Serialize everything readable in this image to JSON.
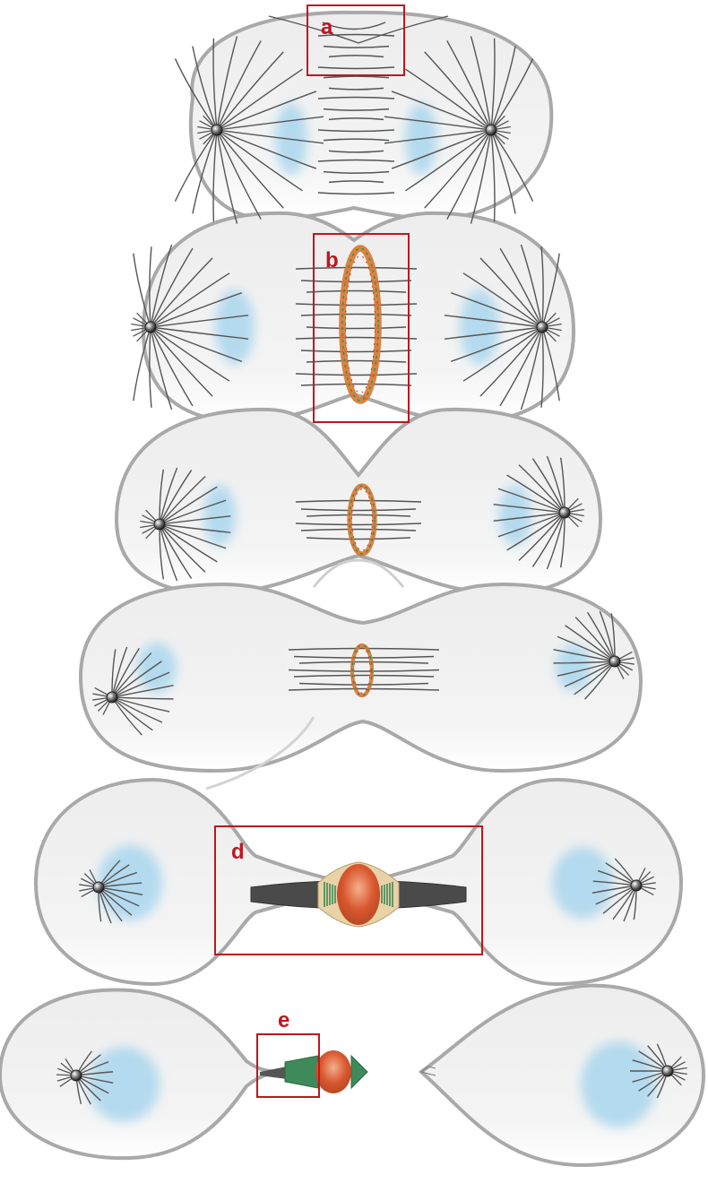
{
  "figure": {
    "stages": [
      {
        "stage": 1,
        "label": "a"
      },
      {
        "stage": 2,
        "label": "b"
      },
      {
        "stage": 3,
        "label": ""
      },
      {
        "stage": 4,
        "label": ""
      },
      {
        "stage": 5,
        "label": "d"
      },
      {
        "stage": 6,
        "label": "e"
      }
    ]
  },
  "colors": {
    "cell_fill": "#efefef",
    "cell_outline": "#a9a9a9",
    "chromatin": "#a9d6ee",
    "microtubule": "#555555",
    "centrosome": "#222222",
    "ring_orange": "#d8772e",
    "ring_green": "#3e8a5a",
    "midbody_red": "#d8572f",
    "callout_box": "#c0161e"
  },
  "icons": [
    "centrosome-icon",
    "contractile-ring-icon",
    "midbody-icon"
  ]
}
